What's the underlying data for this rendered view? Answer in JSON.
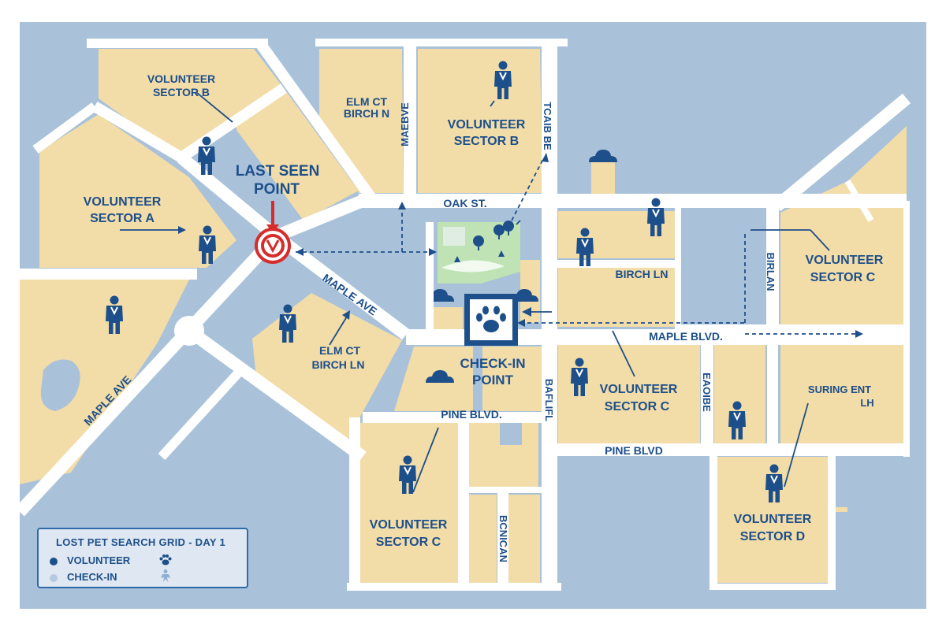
{
  "map": {
    "colors": {
      "water": "#a9c2d9",
      "block": "#f2dca8",
      "road": "#ffffff",
      "park": "#bfe3b5",
      "accent_blue": "#1d4f8a",
      "marker_red": "#d62c2c"
    },
    "street_labels": {
      "oak_st": "OAK ST.",
      "maple_ave_left": "MAPLE AVE",
      "maple_ave_center": "MAPLE AVE",
      "maple_blvd": "MAPLE BLVD.",
      "pine_blvd_center": "PINE BLVD.",
      "pine_blvd_right": "PINE BLVD",
      "birch_ln_center": "BIRCH LN",
      "elm_ct_top": "ELM CT",
      "birch_n_top": "BIRCH N",
      "elm_ct_mid": "ELM CT",
      "birch_ln_mid": "BIRCH LN",
      "vertical_maebve": "MAEBVE",
      "vertical_tcaib": "TCAIB BE",
      "vertical_birlan": "BIRLAN",
      "vertical_baflifl": "BAFLIFL",
      "vertical_eaoibe": "EAOIBE",
      "vertical_bcnican": "BCNICAN",
      "suring_line1": "SURING ENT",
      "suring_line2": "LH"
    },
    "sector_labels": {
      "sector_b_top_left": [
        "VOLUNTEER",
        "SECTOR B"
      ],
      "sector_a": [
        "VOLUNTEER",
        "SECTOR A"
      ],
      "sector_b_center": [
        "VOLUNTEER",
        "SECTOR B"
      ],
      "sector_c_right": [
        "VOLUNTEER",
        "SECTOR C"
      ],
      "sector_c_center": [
        "VOLUNTEER",
        "SECTOR C"
      ],
      "sector_c_bottom": [
        "VOLUNTEER",
        "SECTOR C"
      ],
      "sector_d": [
        "VOLUNTEER",
        "SECTOR D"
      ]
    },
    "last_seen": [
      "LAST SEEN",
      "POINT"
    ],
    "check_in": [
      "CHECK-IN",
      "POINT"
    ],
    "icons": {
      "volunteer": "volunteer-figure-icon",
      "last_seen": "location-pin-icon",
      "check_in": "paw-print-icon",
      "tree": "tree-icon"
    }
  },
  "legend": {
    "title": "LOST PET SEARCH GRID - DAY 1",
    "volunteer_label": "VOLUNTEER",
    "checkin_label": "CHECK-IN"
  }
}
